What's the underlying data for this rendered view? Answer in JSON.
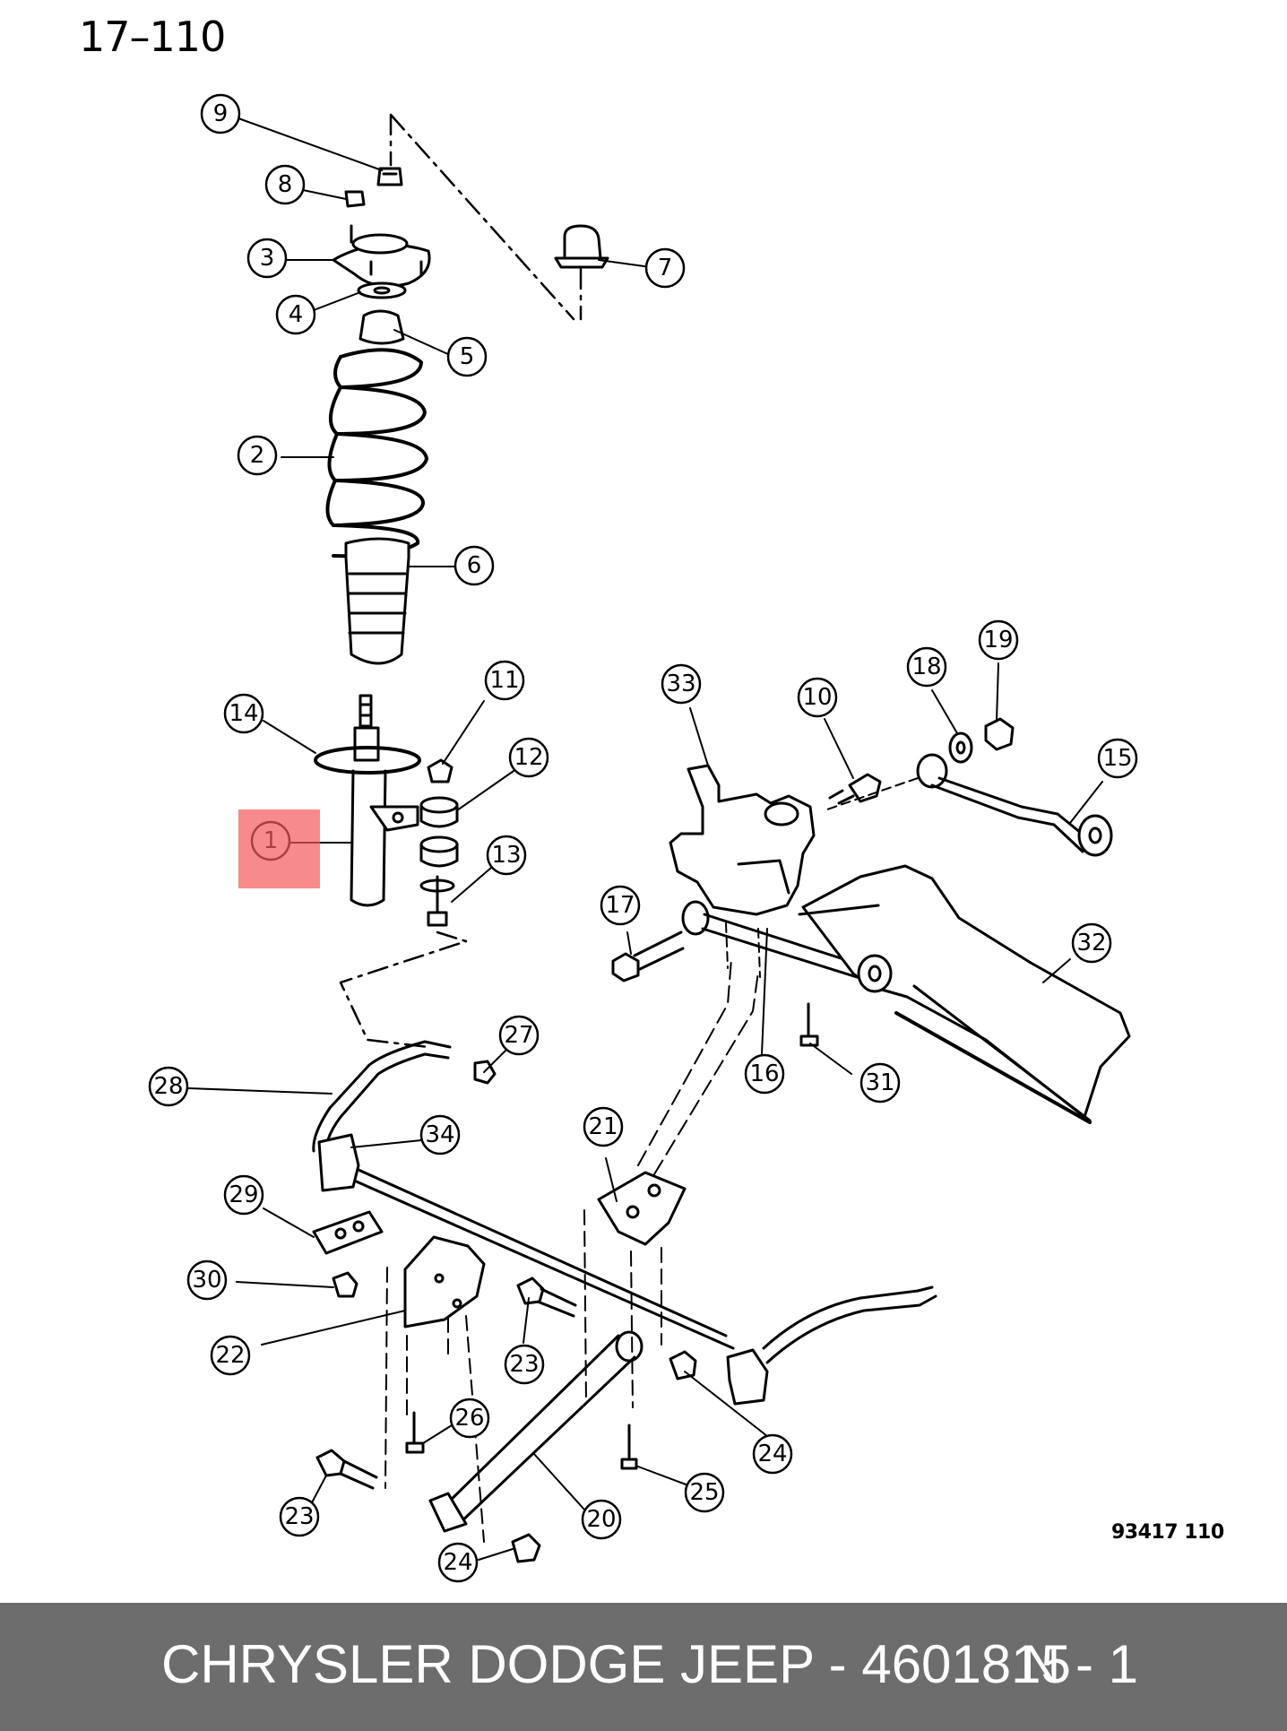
{
  "page_reference": "17–110",
  "drawing_code": "93417  110",
  "footer": {
    "brand_part": "CHRYSLER DODGE JEEP - 4601815",
    "page": "N - 1"
  },
  "highlighted_callout": "1",
  "highlight_color": "#f45a5a",
  "footer_color": "#6d6d6d",
  "callouts": [
    "9",
    "8",
    "3",
    "4",
    "5",
    "7",
    "2",
    "6",
    "14",
    "11",
    "12",
    "1",
    "13",
    "33",
    "10",
    "18",
    "19",
    "15",
    "17",
    "32",
    "16",
    "31",
    "27",
    "28",
    "34",
    "21",
    "29",
    "30",
    "22",
    "23",
    "26",
    "24",
    "25",
    "20"
  ]
}
